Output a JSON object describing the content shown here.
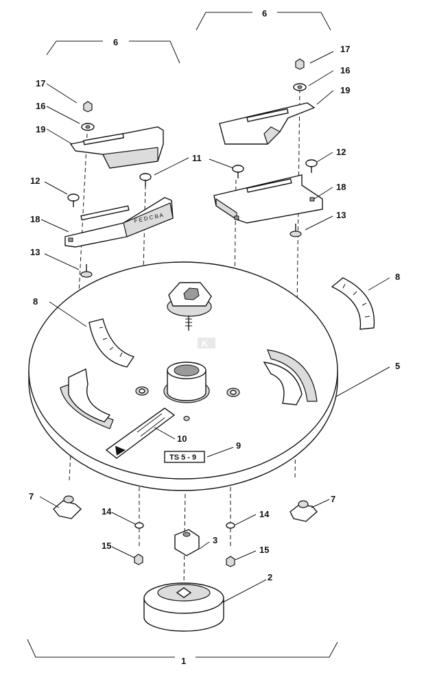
{
  "callouts": {
    "c1": "1",
    "c2": "2",
    "c3": "3",
    "c5": "5",
    "c6a": "6",
    "c6b": "6",
    "c7a": "7",
    "c7b": "7",
    "c8a": "8",
    "c8b": "8",
    "c9": "9",
    "c10": "10",
    "c11": "11",
    "c12a": "12",
    "c12b": "12",
    "c13a": "13",
    "c13b": "13",
    "c14a": "14",
    "c14b": "14",
    "c15a": "15",
    "c15b": "15",
    "c16a": "16",
    "c16b": "16",
    "c17a": "17",
    "c17b": "17",
    "c18a": "18",
    "c18b": "18",
    "c19a": "19",
    "c19b": "19"
  },
  "plate_label": "TS 5 - 9",
  "scale_letters": "F E D C B A"
}
